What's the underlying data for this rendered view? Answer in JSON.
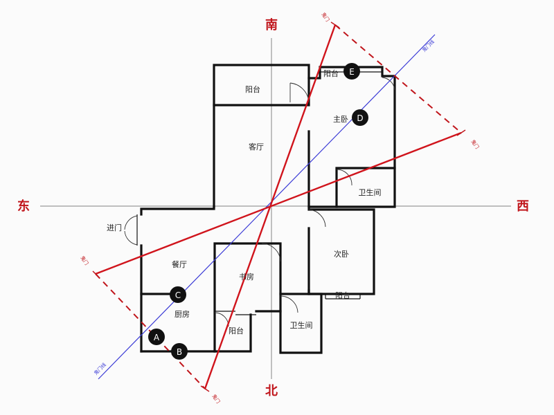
{
  "compass": {
    "south": "南",
    "north": "北",
    "east": "东",
    "west": "西"
  },
  "rooms": {
    "balcony_top": "阳台",
    "living_room": "客厅",
    "master_bedroom": "主卧",
    "bathroom_upper": "卫生间",
    "entrance": "进门",
    "dining_room": "餐厅",
    "study": "书房",
    "second_bedroom": "次卧",
    "kitchen": "厨房",
    "balcony_bottom": "阳台",
    "bathroom_lower": "卫生间",
    "balcony_master": "阳台",
    "balcony_second": "阳台"
  },
  "points": [
    "A",
    "B",
    "C",
    "D",
    "E"
  ],
  "axis_labels": {
    "blue_line_top": "鬼门线",
    "blue_line_bottom": "鬼门线",
    "red_top": "鬼门",
    "red_right": "鬼门",
    "red_left": "鬼门",
    "red_bottom": "鬼门"
  },
  "colors": {
    "red_line": "#d0141c",
    "blue_line": "#3a3ad6",
    "compass_axis": "#9a9a9a",
    "wall": "#111111",
    "point_fill": "#111111"
  }
}
